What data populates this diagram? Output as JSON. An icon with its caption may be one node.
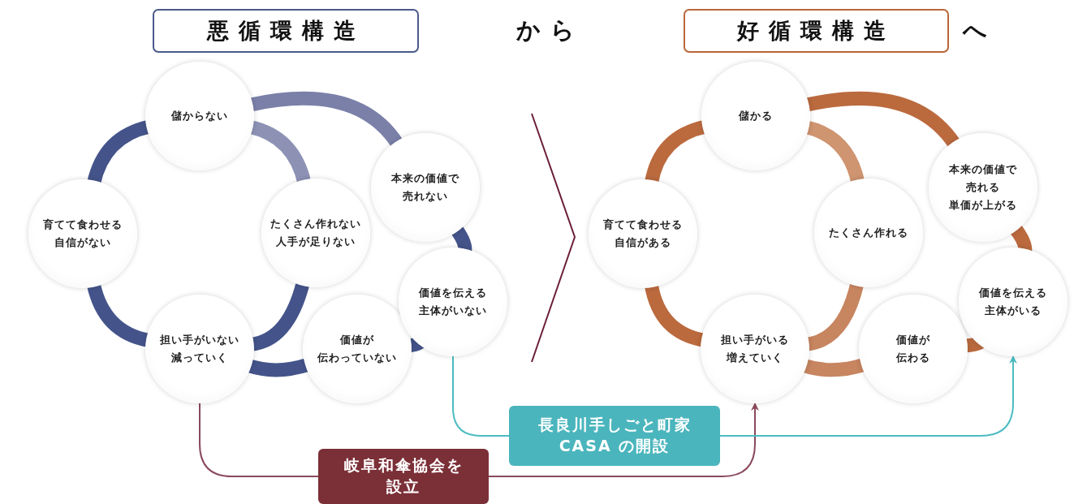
{
  "diagram": {
    "nodes": [
      {
        "text": [
          "悪循環構造"
        ]
      },
      {
        "text": [
          "好循環構造"
        ],
        "beside": [
          "へ"
        ]
      },
      {
        "text": [
          "儲からない"
        ]
      },
      {
        "text": [
          "育てて食わせる自信がない"
        ]
      },
      {
        "text": [
          "たくさん作れない人手が足りない"
        ]
      },
      {
        "text": [
          "本来の価値で売れない"
        ]
      },
      {
        "text": [
          "担い手がいない減っていく"
        ]
      },
      {
        "text": [
          "価値が伝わっていない"
        ]
      },
      {
        "text": [
          "価値を伝える主体がいない"
        ]
      },
      {
        "text": [
          "儲かる"
        ]
      },
      {
        "text": [
          "育てて食わせる自信がある"
        ]
      },
      {
        "text": [
          "たくさん作れる"
        ]
      },
      {
        "text": [
          "本来の価値で売れる単価が上がる"
        ]
      },
      {
        "text": [
          "担い手がいる増えていく"
        ]
      },
      {
        "text": [
          "価値が伝わる"
        ]
      },
      {
        "text": [
          "価値を伝える主体がいる"
        ]
      },
      {
        "text": [
          "長良川手しごと町家CASA の開設"
        ]
      },
      {
        "text": [
          "岐阜和傘協会を設立"
        ]
      }
    ],
    "edges": [
      {
        "from": 2,
        "to": 3,
        "arrow": "none",
        "color": "#44548a"
      },
      {
        "from": 3,
        "to": 6,
        "arrow": "none",
        "color": "#44548a"
      },
      {
        "from": 6,
        "to": 4,
        "arrow": "none",
        "color": "#44548a"
      },
      {
        "from": 4,
        "to": 2,
        "arrow": "none",
        "color": "#8d92b5"
      },
      {
        "from": 2,
        "to": 5,
        "arrow": "none",
        "color": "#7a80a8"
      },
      {
        "from": 5,
        "to": 8,
        "arrow": "none",
        "color": "#44548a"
      },
      {
        "from": 8,
        "to": 7,
        "arrow": "none",
        "color": "#44548a"
      },
      {
        "from": 7,
        "to": 6,
        "arrow": "none",
        "color": "#44548a"
      },
      {
        "from": 9,
        "to": 10,
        "arrow": "none",
        "color": "#bb6a3e"
      },
      {
        "from": 10,
        "to": 13,
        "arrow": "none",
        "color": "#bb6a3e"
      },
      {
        "from": 13,
        "to": 11,
        "arrow": "none",
        "color": "#c78560"
      },
      {
        "from": 11,
        "to": 9,
        "arrow": "none",
        "color": "#cf9470"
      },
      {
        "from": 9,
        "to": 12,
        "arrow": "none",
        "color": "#bb6a3e"
      },
      {
        "from": 12,
        "to": 15,
        "arrow": "none",
        "color": "#bb6a3e"
      },
      {
        "from": 15,
        "to": 14,
        "arrow": "none",
        "color": "#bb6a3e"
      },
      {
        "from": 14,
        "to": 13,
        "arrow": "none",
        "color": "#c78560"
      },
      {
        "from": 6,
        "to": 17,
        "arrow": "none",
        "color": "#8a4a5c"
      },
      {
        "from": 17,
        "to": 13,
        "arrow": "to",
        "color": "#8a4a5c"
      },
      {
        "from": 8,
        "to": 16,
        "arrow": "none",
        "color": "#4bbcc2"
      },
      {
        "from": 16,
        "to": 15,
        "arrow": "to",
        "color": "#4bbcc2"
      }
    ],
    "labels": [
      "から"
    ]
  }
}
